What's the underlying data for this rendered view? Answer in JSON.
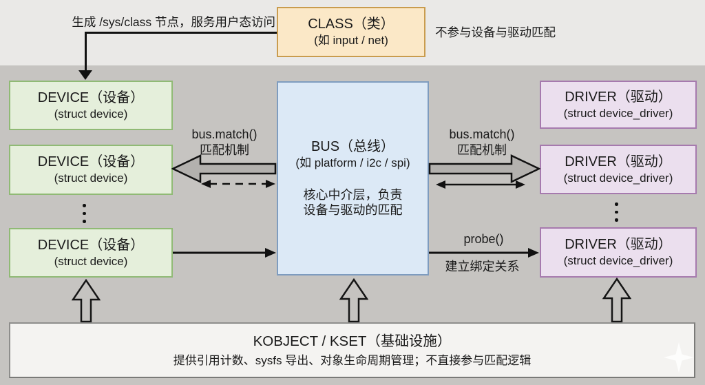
{
  "top": {
    "note_left": "生成 /sys/class 节点，服务用户态访问",
    "note_right": "不参与设备与驱动匹配",
    "class_box": {
      "title": "CLASS（类）",
      "subtitle": "(如 input / net)"
    }
  },
  "devices": [
    {
      "title": "DEVICE（设备）",
      "subtitle": "(struct device)"
    },
    {
      "title": "DEVICE（设备）",
      "subtitle": "(struct device)"
    },
    {
      "title": "DEVICE（设备）",
      "subtitle": "(struct device)"
    }
  ],
  "drivers": [
    {
      "title": "DRIVER（驱动）",
      "subtitle": "(struct device_driver)"
    },
    {
      "title": "DRIVER（驱动）",
      "subtitle": "(struct device_driver)"
    },
    {
      "title": "DRIVER（驱动）",
      "subtitle": "(struct device_driver)"
    }
  ],
  "bus": {
    "title": "BUS（总线）",
    "subtitle": "(如 platform / i2c / spi)",
    "desc_line1": "核心中介层，负责",
    "desc_line2": "设备与驱动的匹配"
  },
  "labels": {
    "match_left_fn": "bus.match()",
    "match_left_sub": "匹配机制",
    "match_right_fn": "bus.match()",
    "match_right_sub": "匹配机制",
    "probe_fn": "probe()",
    "probe_sub": "建立绑定关系"
  },
  "kobject": {
    "title": "KOBJECT / KSET（基础设施）",
    "subtitle": "提供引用计数、sysfs 导出、对象生命周期管理；不直接参与匹配逻辑"
  },
  "icons": {
    "sparkle": "sparkle-watermark"
  },
  "colors": {
    "top_strip_bg": "#eae9e7",
    "main_bg": "#c6c4c1",
    "class_fill": "#fbe8c7",
    "class_border": "#c99c4e",
    "device_fill": "#e5efdb",
    "device_border": "#90ba75",
    "bus_fill": "#dce9f6",
    "bus_border": "#7e9cbf",
    "driver_fill": "#ebdfee",
    "driver_border": "#a67aae",
    "kobject_fill": "#f4f3f1",
    "kobject_border": "#8e8e8c",
    "block_arrow_fill": "#b3b1ae",
    "hollow_arrow_fill": "#c5c3c0",
    "line_color": "#111111"
  }
}
